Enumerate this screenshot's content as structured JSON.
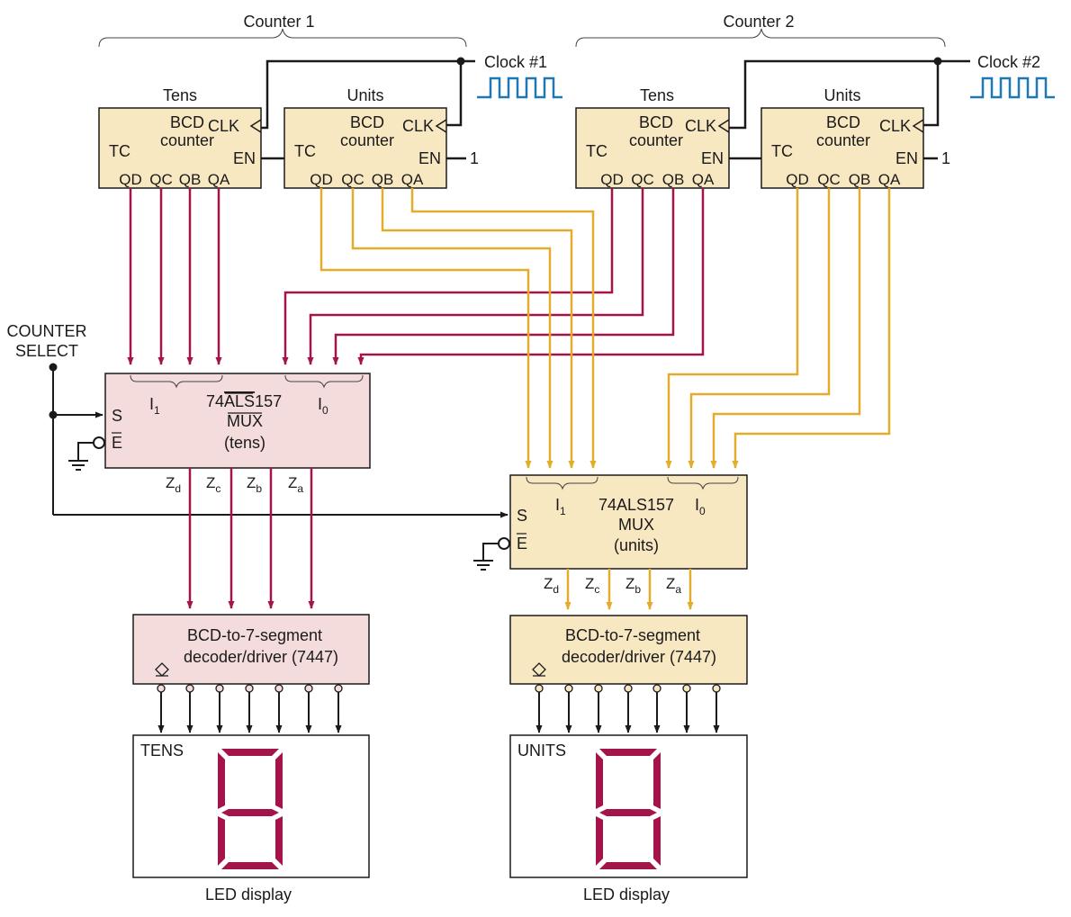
{
  "colors": {
    "wire_black": "#1a1a1a",
    "wire_tens": "#a3144a",
    "wire_units": "#e1ad2a",
    "clock_wave": "#1f78b4",
    "block_tan": "#f8e8c2",
    "block_pink": "#f3dcdb",
    "segment": "#a3144a"
  },
  "counter1": {
    "group_label": "Counter 1",
    "clock_label": "Clock #1",
    "tens": {
      "title": "Tens",
      "line1": "BCD",
      "line2": "counter",
      "clk": "CLK",
      "tc": "TC",
      "en": "EN",
      "qd": "QD",
      "qc": "QC",
      "qb": "QB",
      "qa": "QA"
    },
    "units": {
      "title": "Units",
      "line1": "BCD",
      "line2": "counter",
      "clk": "CLK",
      "tc": "TC",
      "en": "EN",
      "qd": "QD",
      "qc": "QC",
      "qb": "QB",
      "qa": "QA",
      "en_value": "1"
    }
  },
  "counter2": {
    "group_label": "Counter 2",
    "clock_label": "Clock #2",
    "tens": {
      "title": "Tens",
      "line1": "BCD",
      "line2": "counter",
      "clk": "CLK",
      "tc": "TC",
      "en": "EN",
      "qd": "QD",
      "qc": "QC",
      "qb": "QB",
      "qa": "QA"
    },
    "units": {
      "title": "Units",
      "line1": "BCD",
      "line2": "counter",
      "clk": "CLK",
      "tc": "TC",
      "en": "EN",
      "qd": "QD",
      "qc": "QC",
      "qb": "QB",
      "qa": "QA",
      "en_value": "1"
    }
  },
  "counter_select": {
    "line1": "COUNTER",
    "line2": "SELECT"
  },
  "mux_tens": {
    "i1": "I",
    "i1_sub": "1",
    "i0": "I",
    "i0_sub": "0",
    "part_pre": "74",
    "part_mid": "ALS",
    "part_post": "157",
    "type": "MUX",
    "role": "(tens)",
    "s": "S",
    "e": "E",
    "outputs": [
      {
        "z": "Z",
        "sub": "d"
      },
      {
        "z": "Z",
        "sub": "c"
      },
      {
        "z": "Z",
        "sub": "b"
      },
      {
        "z": "Z",
        "sub": "a"
      }
    ]
  },
  "mux_units": {
    "i1": "I",
    "i1_sub": "1",
    "i0": "I",
    "i0_sub": "0",
    "part": "74ALS157",
    "type": "MUX",
    "role": "(units)",
    "s": "S",
    "e": "E",
    "outputs": [
      {
        "z": "Z",
        "sub": "d"
      },
      {
        "z": "Z",
        "sub": "c"
      },
      {
        "z": "Z",
        "sub": "b"
      },
      {
        "z": "Z",
        "sub": "a"
      }
    ]
  },
  "decoder_tens": {
    "line1": "BCD-to-7-segment",
    "line2": "decoder/driver (7447)"
  },
  "decoder_units": {
    "line1": "BCD-to-7-segment",
    "line2": "decoder/driver (7447)"
  },
  "display_tens": {
    "label": "TENS",
    "caption": "LED display",
    "digit": "8"
  },
  "display_units": {
    "label": "UNITS",
    "caption": "LED display",
    "digit": "8"
  }
}
